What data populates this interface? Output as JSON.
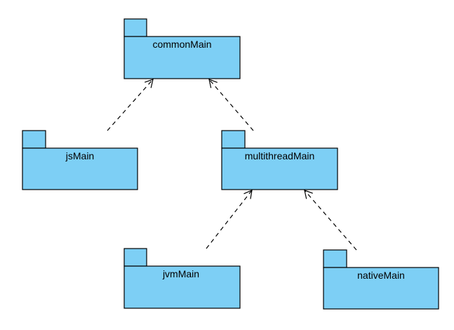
{
  "diagram": {
    "type": "uml-package-dependency",
    "colors": {
      "package_fill": "#7dcff5",
      "stroke": "#000000",
      "background": "#ffffff"
    },
    "packages": [
      {
        "id": "commonMain",
        "label": "commonMain"
      },
      {
        "id": "jsMain",
        "label": "jsMain"
      },
      {
        "id": "multithreadMain",
        "label": "multithreadMain"
      },
      {
        "id": "jvmMain",
        "label": "jvmMain"
      },
      {
        "id": "nativeMain",
        "label": "nativeMain"
      }
    ],
    "dependencies": [
      {
        "from": "jsMain",
        "to": "commonMain",
        "style": "dashed-open-arrow"
      },
      {
        "from": "multithreadMain",
        "to": "commonMain",
        "style": "dashed-open-arrow"
      },
      {
        "from": "jvmMain",
        "to": "multithreadMain",
        "style": "dashed-open-arrow"
      },
      {
        "from": "nativeMain",
        "to": "multithreadMain",
        "style": "dashed-open-arrow"
      }
    ]
  }
}
